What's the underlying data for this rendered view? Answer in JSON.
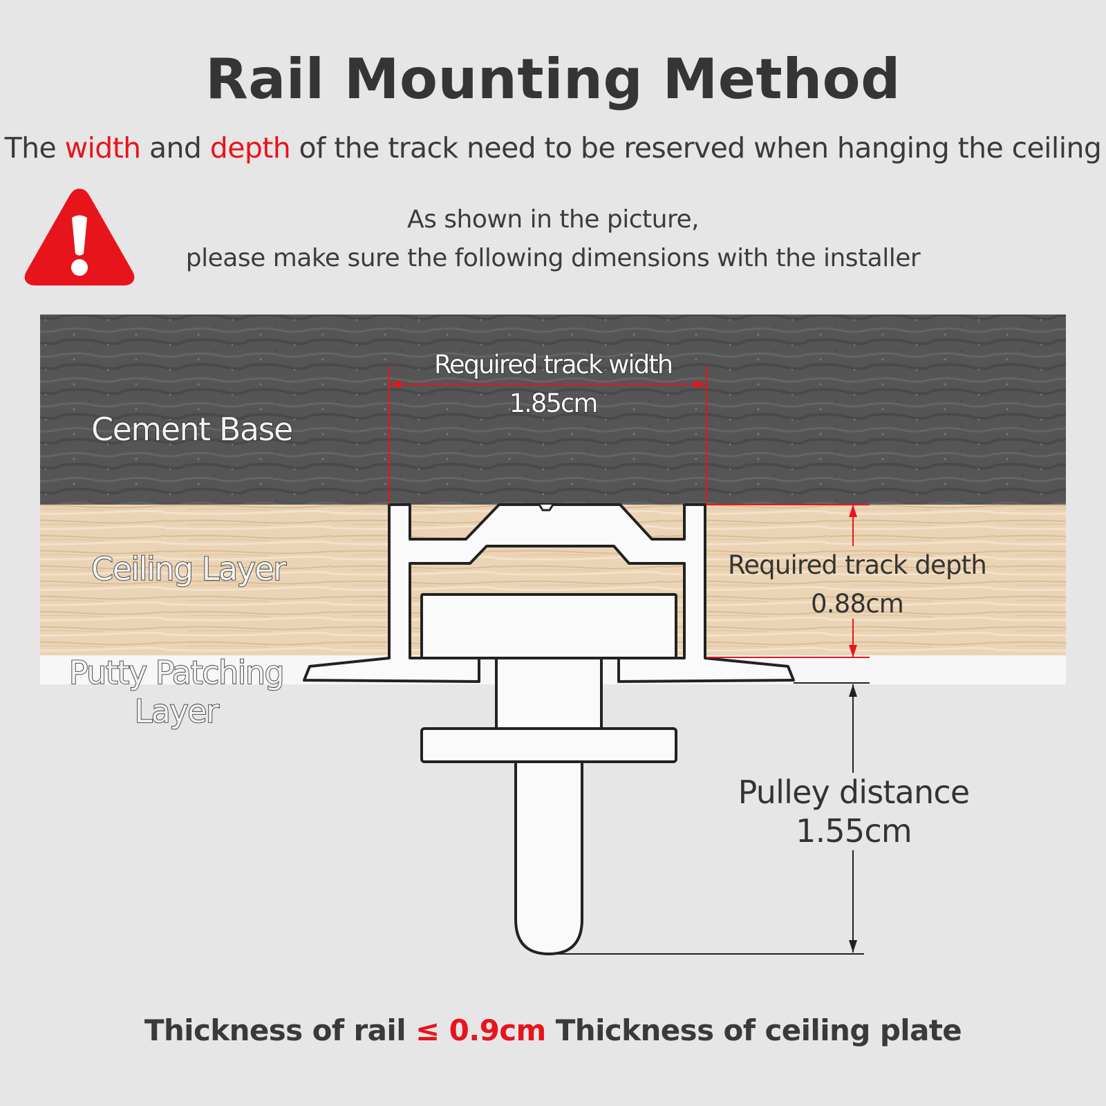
{
  "title": "Rail Mounting Method",
  "subtitle": {
    "prefix": "The ",
    "highlight_1": "width",
    "middle": " and ",
    "highlight_2": "depth",
    "suffix": " of the track need to be reserved when hanging the ceiling"
  },
  "notice": {
    "line_1": "As shown in the picture,",
    "line_2": "please make sure the following dimensions with the installer"
  },
  "layers": {
    "cement": "Cement Base",
    "ceiling": "Ceiling Layer",
    "putty_line_1": "Putty Patching",
    "putty_line_2": "Layer"
  },
  "dimensions": {
    "width_label": "Required track width",
    "width_value": "1.85cm",
    "depth_label": "Required track depth",
    "depth_value": "0.88cm",
    "pulley_label": "Pulley distance",
    "pulley_value": "1.55cm"
  },
  "footer": {
    "prefix": "Thickness of rail ",
    "highlight": "≤ 0.9cm",
    "suffix": " Thickness of ceiling plate"
  },
  "colors": {
    "accent_red": "#e8141c",
    "cement": "#555555",
    "ceiling_wood": "#e8cfae",
    "putty": "#f7f7f7",
    "background": "#e6e6e6"
  },
  "icons": {
    "warning": "warning-triangle-icon"
  }
}
